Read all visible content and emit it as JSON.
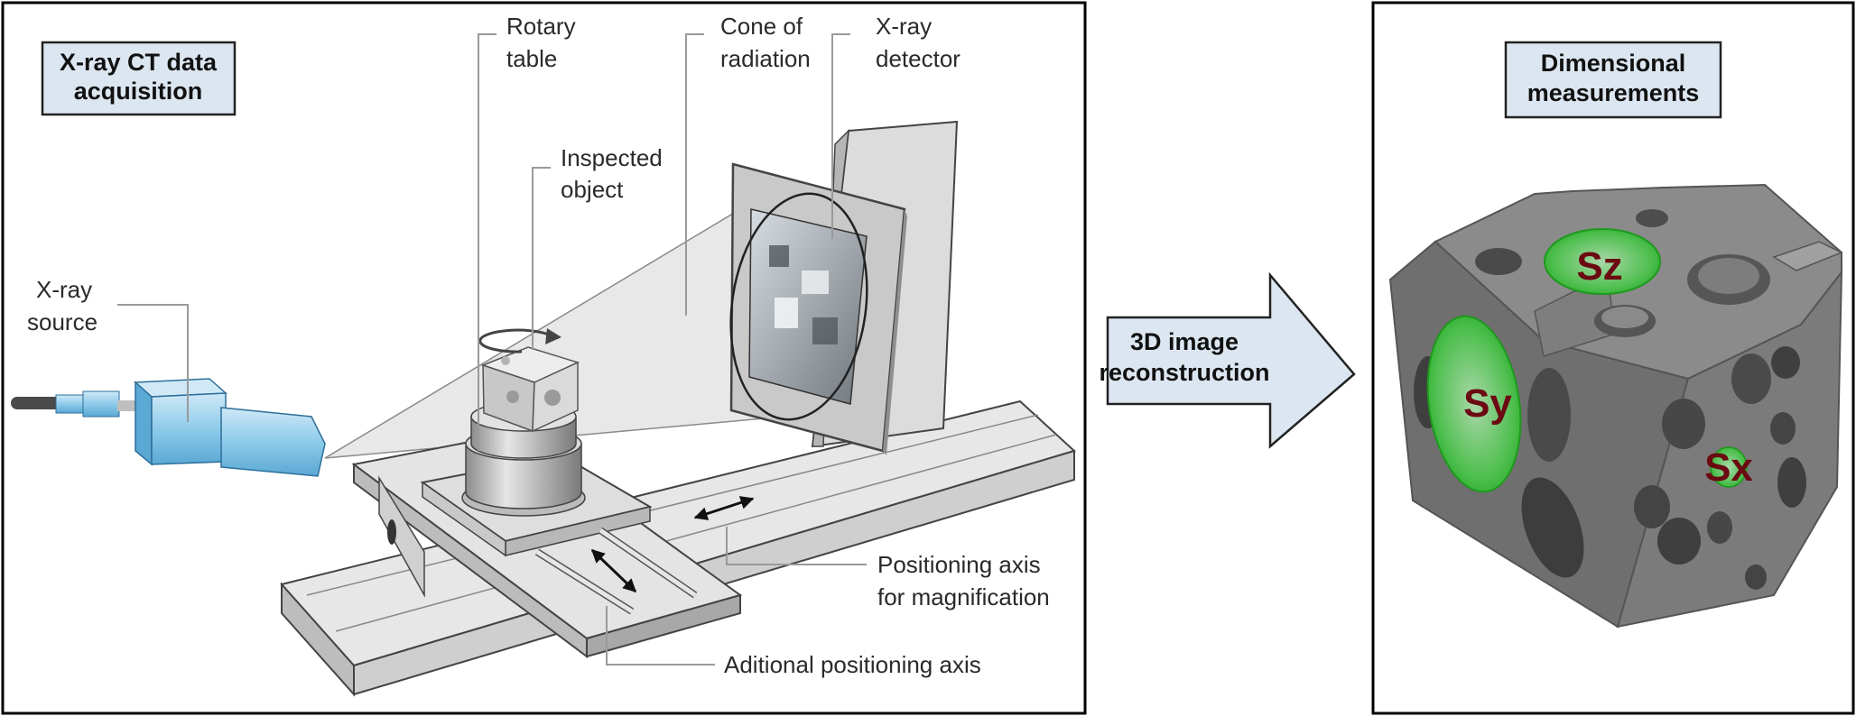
{
  "left_panel": {
    "title_line1": "X-ray CT data",
    "title_line2": "acquisition",
    "labels": {
      "rotary_table_1": "Rotary",
      "rotary_table_2": "table",
      "cone_1": "Cone of",
      "cone_2": "radiation",
      "detector_1": "X-ray",
      "detector_2": "detector",
      "inspected_1": "Inspected",
      "inspected_2": "object",
      "source_1": "X-ray",
      "source_2": "source",
      "magnification_1": "Positioning axis",
      "magnification_2": "for magnification",
      "additional_axis": "Aditional positioning axis"
    }
  },
  "arrow": {
    "line1": "3D image",
    "line2": "reconstruction"
  },
  "right_panel": {
    "title_line1": "Dimensional",
    "title_line2": "measurements",
    "surfaces": {
      "sz": "Sz",
      "sy": "Sy",
      "sx": "Sx"
    }
  },
  "colors": {
    "header_fill": "#dce6f1",
    "source_blue": "#9fd0ea",
    "part_gray": "#6e6e6e",
    "measure_green": "#33cc33",
    "surface_label": "#6b0a12"
  }
}
